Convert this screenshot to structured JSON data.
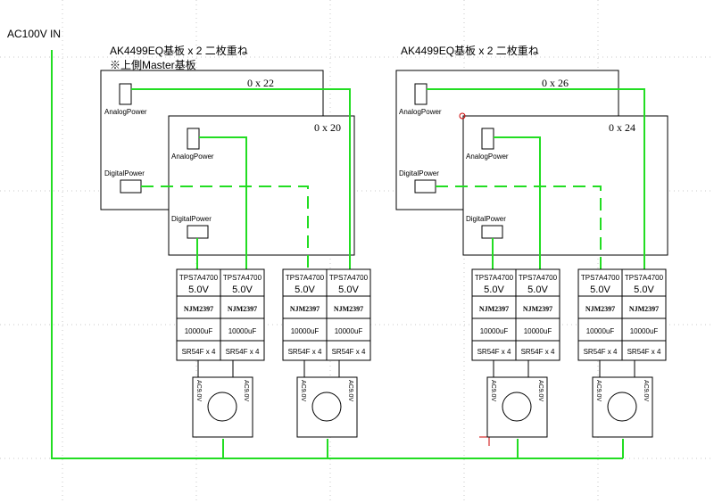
{
  "ac_in": "AC100V IN",
  "group_left": {
    "title": "AK4499EQ基板 x 2 二枚重ね",
    "note": "※上側Master基板",
    "back_board": {
      "label": "0 x 22",
      "analog": "AnalogPower",
      "digital": "DigitalPower"
    },
    "front_board": {
      "label": "0 x 20",
      "analog": "AnalogPower",
      "digital": "DigitalPower"
    }
  },
  "group_right": {
    "title": "AK4499EQ基板 x 2 二枚重ね",
    "back_board": {
      "label": "0 x 26",
      "analog": "AnalogPower",
      "digital": "DigitalPower"
    },
    "front_board": {
      "label": "0 x 24",
      "analog": "AnalogPower",
      "digital": "DigitalPower"
    }
  },
  "psu_module": {
    "regulator": "TPS7A4700",
    "voltage": "5.0V",
    "opamp": "NJM2397",
    "cap": "10000uF",
    "diode": "SR54F x 4"
  },
  "transformer_label": "AC9.0V",
  "colors": {
    "wire": "#22dd22",
    "grid": "#c8c8c8",
    "line": "#000000",
    "marker": "#cc0000"
  }
}
